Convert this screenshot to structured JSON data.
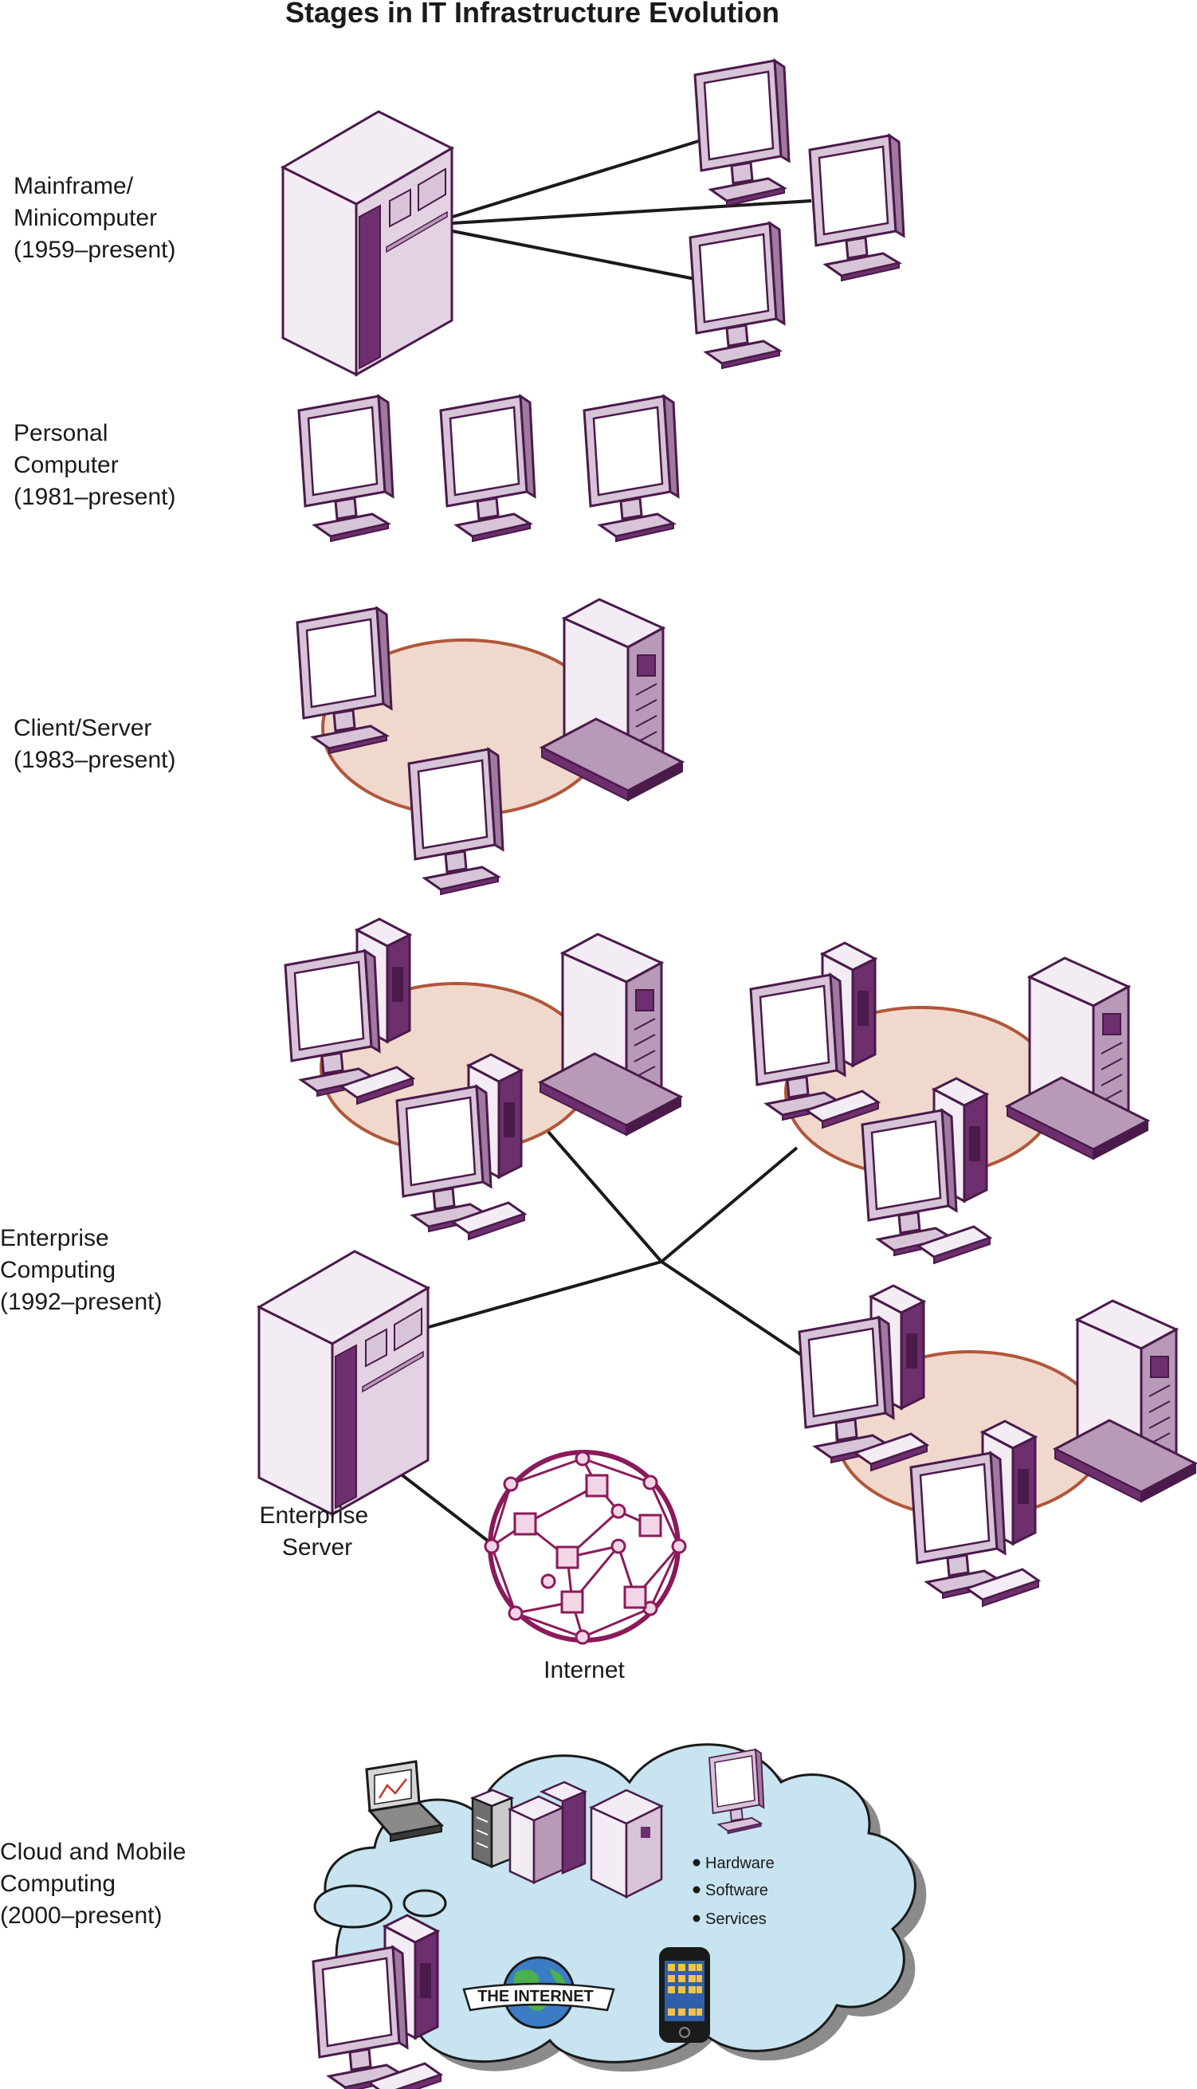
{
  "title": "Stages in IT Infrastructure Evolution",
  "stages": [
    {
      "lines": [
        "Mainframe/",
        "Minicomputer",
        "(1959–present)"
      ]
    },
    {
      "lines": [
        "Personal",
        "Computer",
        "(1981–present)"
      ]
    },
    {
      "lines": [
        "Client/Server",
        "(1983–present)"
      ]
    },
    {
      "lines": [
        "Enterprise",
        "Computing",
        "(1992–present)"
      ]
    },
    {
      "lines": [
        "Cloud and Mobile",
        "Computing",
        "(2000–present)"
      ]
    }
  ],
  "enterprise_server_label": [
    "Enterprise",
    "Server"
  ],
  "internet_label": "Internet",
  "cloud_items": [
    "Hardware",
    "Software",
    "Services"
  ],
  "globe_banner": "THE INTERNET",
  "colors": {
    "device_face": "#f4ecf4",
    "device_side": "#d8c4d8",
    "device_dark": "#6e2f6e",
    "outline": "#4a1a4a",
    "screen": "#ffffff",
    "lan_fill": "#f1d8cc",
    "lan_stroke": "#b0573a",
    "internet_ring": "#8b1a5a",
    "internet_node": "#f3d6e6",
    "cloud_fill": "#c7e4f0",
    "cloud_shadow": "#8b8b8b",
    "line": "#1a1a1a"
  }
}
